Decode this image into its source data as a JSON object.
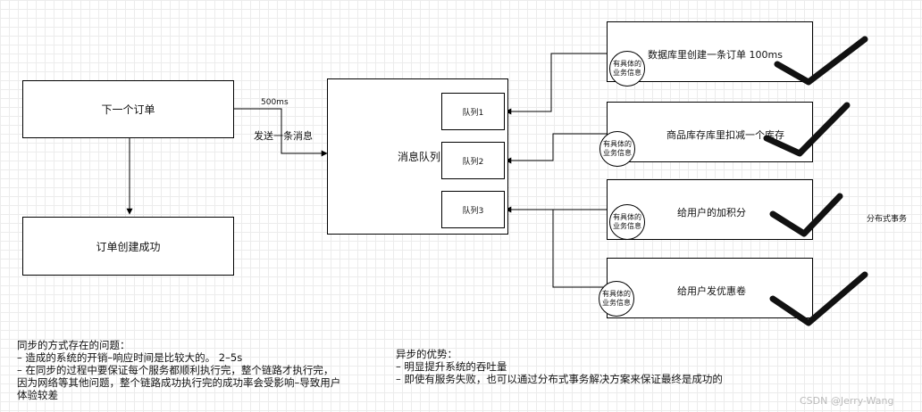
{
  "order_box": "下一个订单",
  "success_box": "订单创建成功",
  "mq_title": "消息队列",
  "queues": [
    "队列1",
    "队列2",
    "队列3"
  ],
  "edge_label_ms": "500ms",
  "edge_label_send": "发送一条消息",
  "services": [
    "数据库里创建一条订单 100ms",
    "商品库存库里扣减一个库存",
    "给用户的加积分",
    "给用户发优惠卷"
  ],
  "business_info": "有具体的业务信息",
  "side_note": "分布式事务",
  "sync_notes": {
    "title": "同步的方式存在的问题：",
    "lines": [
      "– 造成的系统的开销–响应时间是比较大的。 2–5s",
      "– 在同步的过程中要保证每个服务都顺利执行完，整个链路才执行完，",
      "因为网络等其他问题，整个链路成功执行完的成功率会受影响–导致用户",
      "体验较差"
    ]
  },
  "async_notes": {
    "title": "异步的优势：",
    "lines": [
      "– 明显提升系统的吞吐量",
      "– 即使有服务失败，也可以通过分布式事务解决方案来保证最终是成功的"
    ]
  },
  "watermark": "CSDN @Jerry-Wang"
}
